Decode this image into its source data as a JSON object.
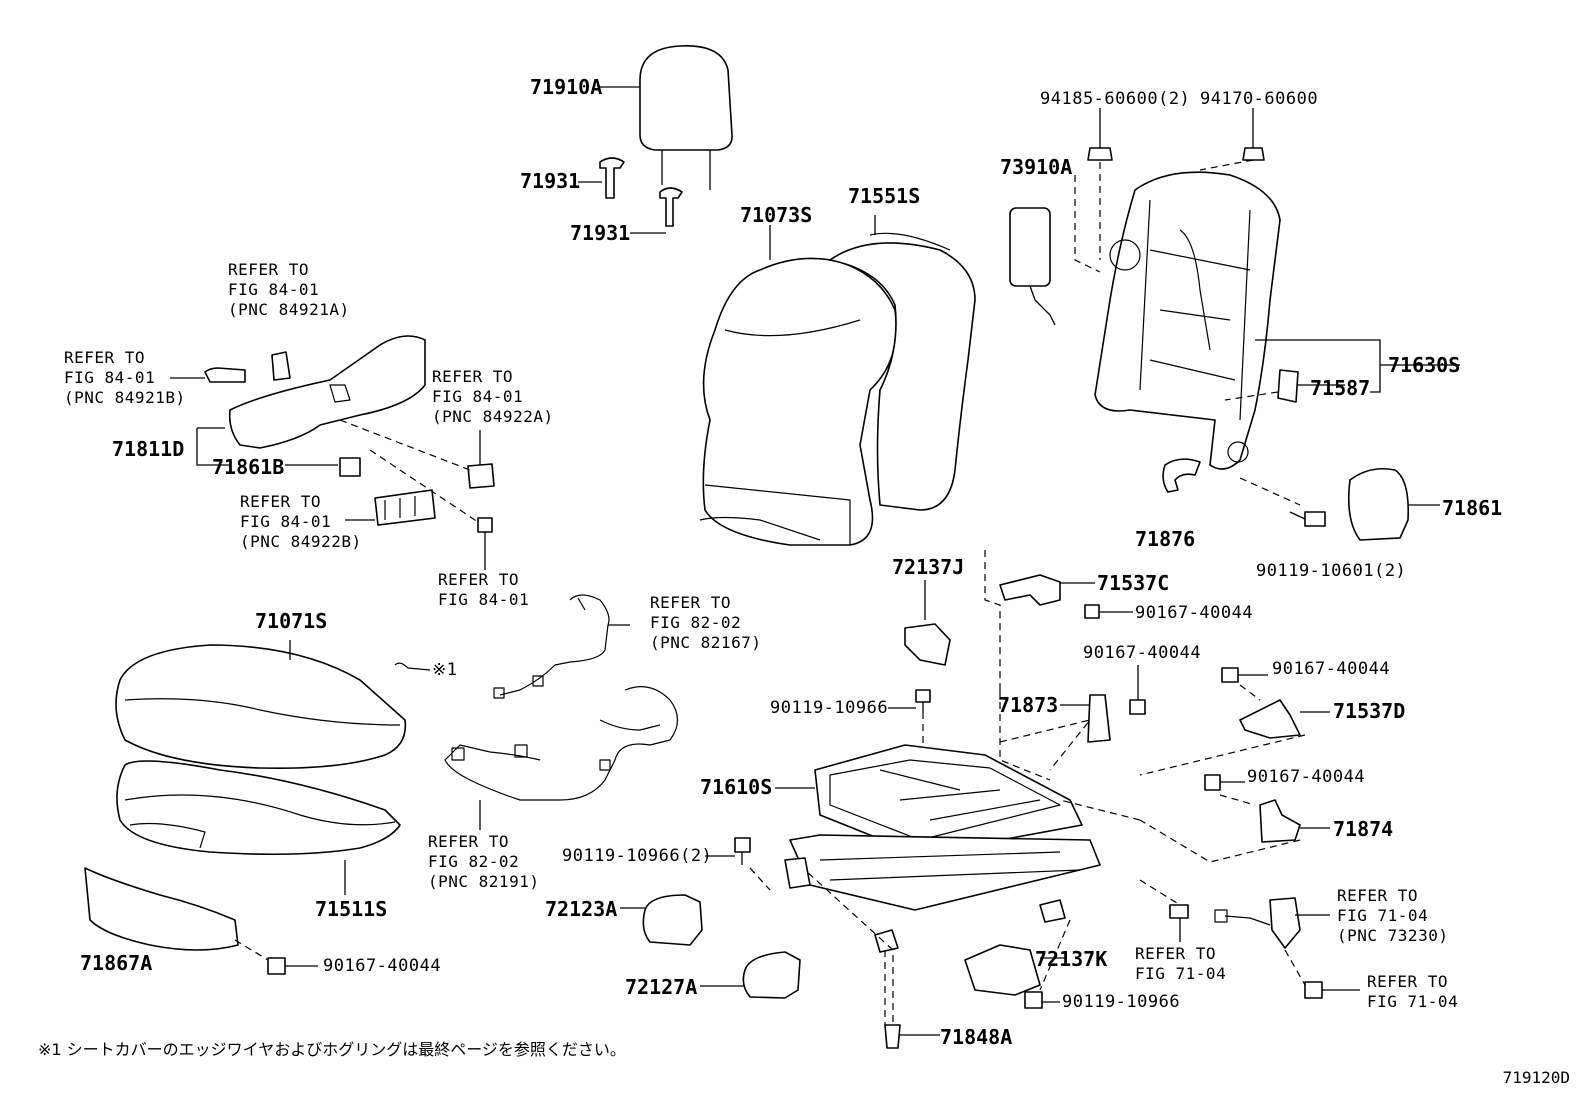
{
  "diagram": {
    "figure_id": "719120D",
    "footnote": "※1 シートカバーのエッジワイヤおよびホグリングは最終ページを参照ください。",
    "labels": {
      "l71910A": "71910A",
      "l71931a": "71931",
      "l71931b": "71931",
      "l71073S": "71073S",
      "l71551S": "71551S",
      "l73910A": "73910A",
      "l94185": "94185-60600(2)",
      "l94170": "94170-60600",
      "l71630S": "71630S",
      "l71587": "71587",
      "l71876": "71876",
      "l71861": "71861",
      "l90119_10601": "90119-10601(2)",
      "l71811D": "71811D",
      "l71861B": "71861B",
      "l71071S": "71071S",
      "l71511S": "71511S",
      "l71867A": "71867A",
      "l90167_a": "90167-40044",
      "l72137J": "72137J",
      "l71537C": "71537C",
      "l90167_b": "90167-40044",
      "l90167_c": "90167-40044",
      "l90167_d": "90167-40044",
      "l71537D": "71537D",
      "l71873": "71873",
      "l90119_10966a": "90119-10966",
      "l71610S": "71610S",
      "l90167_e": "90167-40044",
      "l71874": "71874",
      "l90119_10966_2": "90119-10966(2)",
      "l72123A": "72123A",
      "l72127A": "72127A",
      "l72137K": "72137K",
      "l90119_10966b": "90119-10966",
      "l71848A": "71848A",
      "lmark1": "※1"
    },
    "refs": {
      "r84921A": [
        "REFER TO",
        "FIG 84-01",
        "(PNC 84921A)"
      ],
      "r84921B": [
        "REFER TO",
        "FIG 84-01",
        "(PNC 84921B)"
      ],
      "r84922A": [
        "REFER TO",
        "FIG 84-01",
        "(PNC 84922A)"
      ],
      "r84922B": [
        "REFER TO",
        "FIG 84-01",
        "(PNC 84922B)"
      ],
      "r8401": [
        "REFER TO",
        "FIG 84-01"
      ],
      "r82167": [
        "REFER TO",
        "FIG 82-02",
        "(PNC 82167)"
      ],
      "r82191": [
        "REFER TO",
        "FIG 82-02",
        "(PNC 82191)"
      ],
      "r7104a": [
        "REFER TO",
        "FIG 71-04"
      ],
      "r73230": [
        "REFER TO",
        "FIG 71-04",
        "(PNC 73230)"
      ],
      "r7104b": [
        "REFER TO",
        "FIG 71-04"
      ]
    }
  }
}
